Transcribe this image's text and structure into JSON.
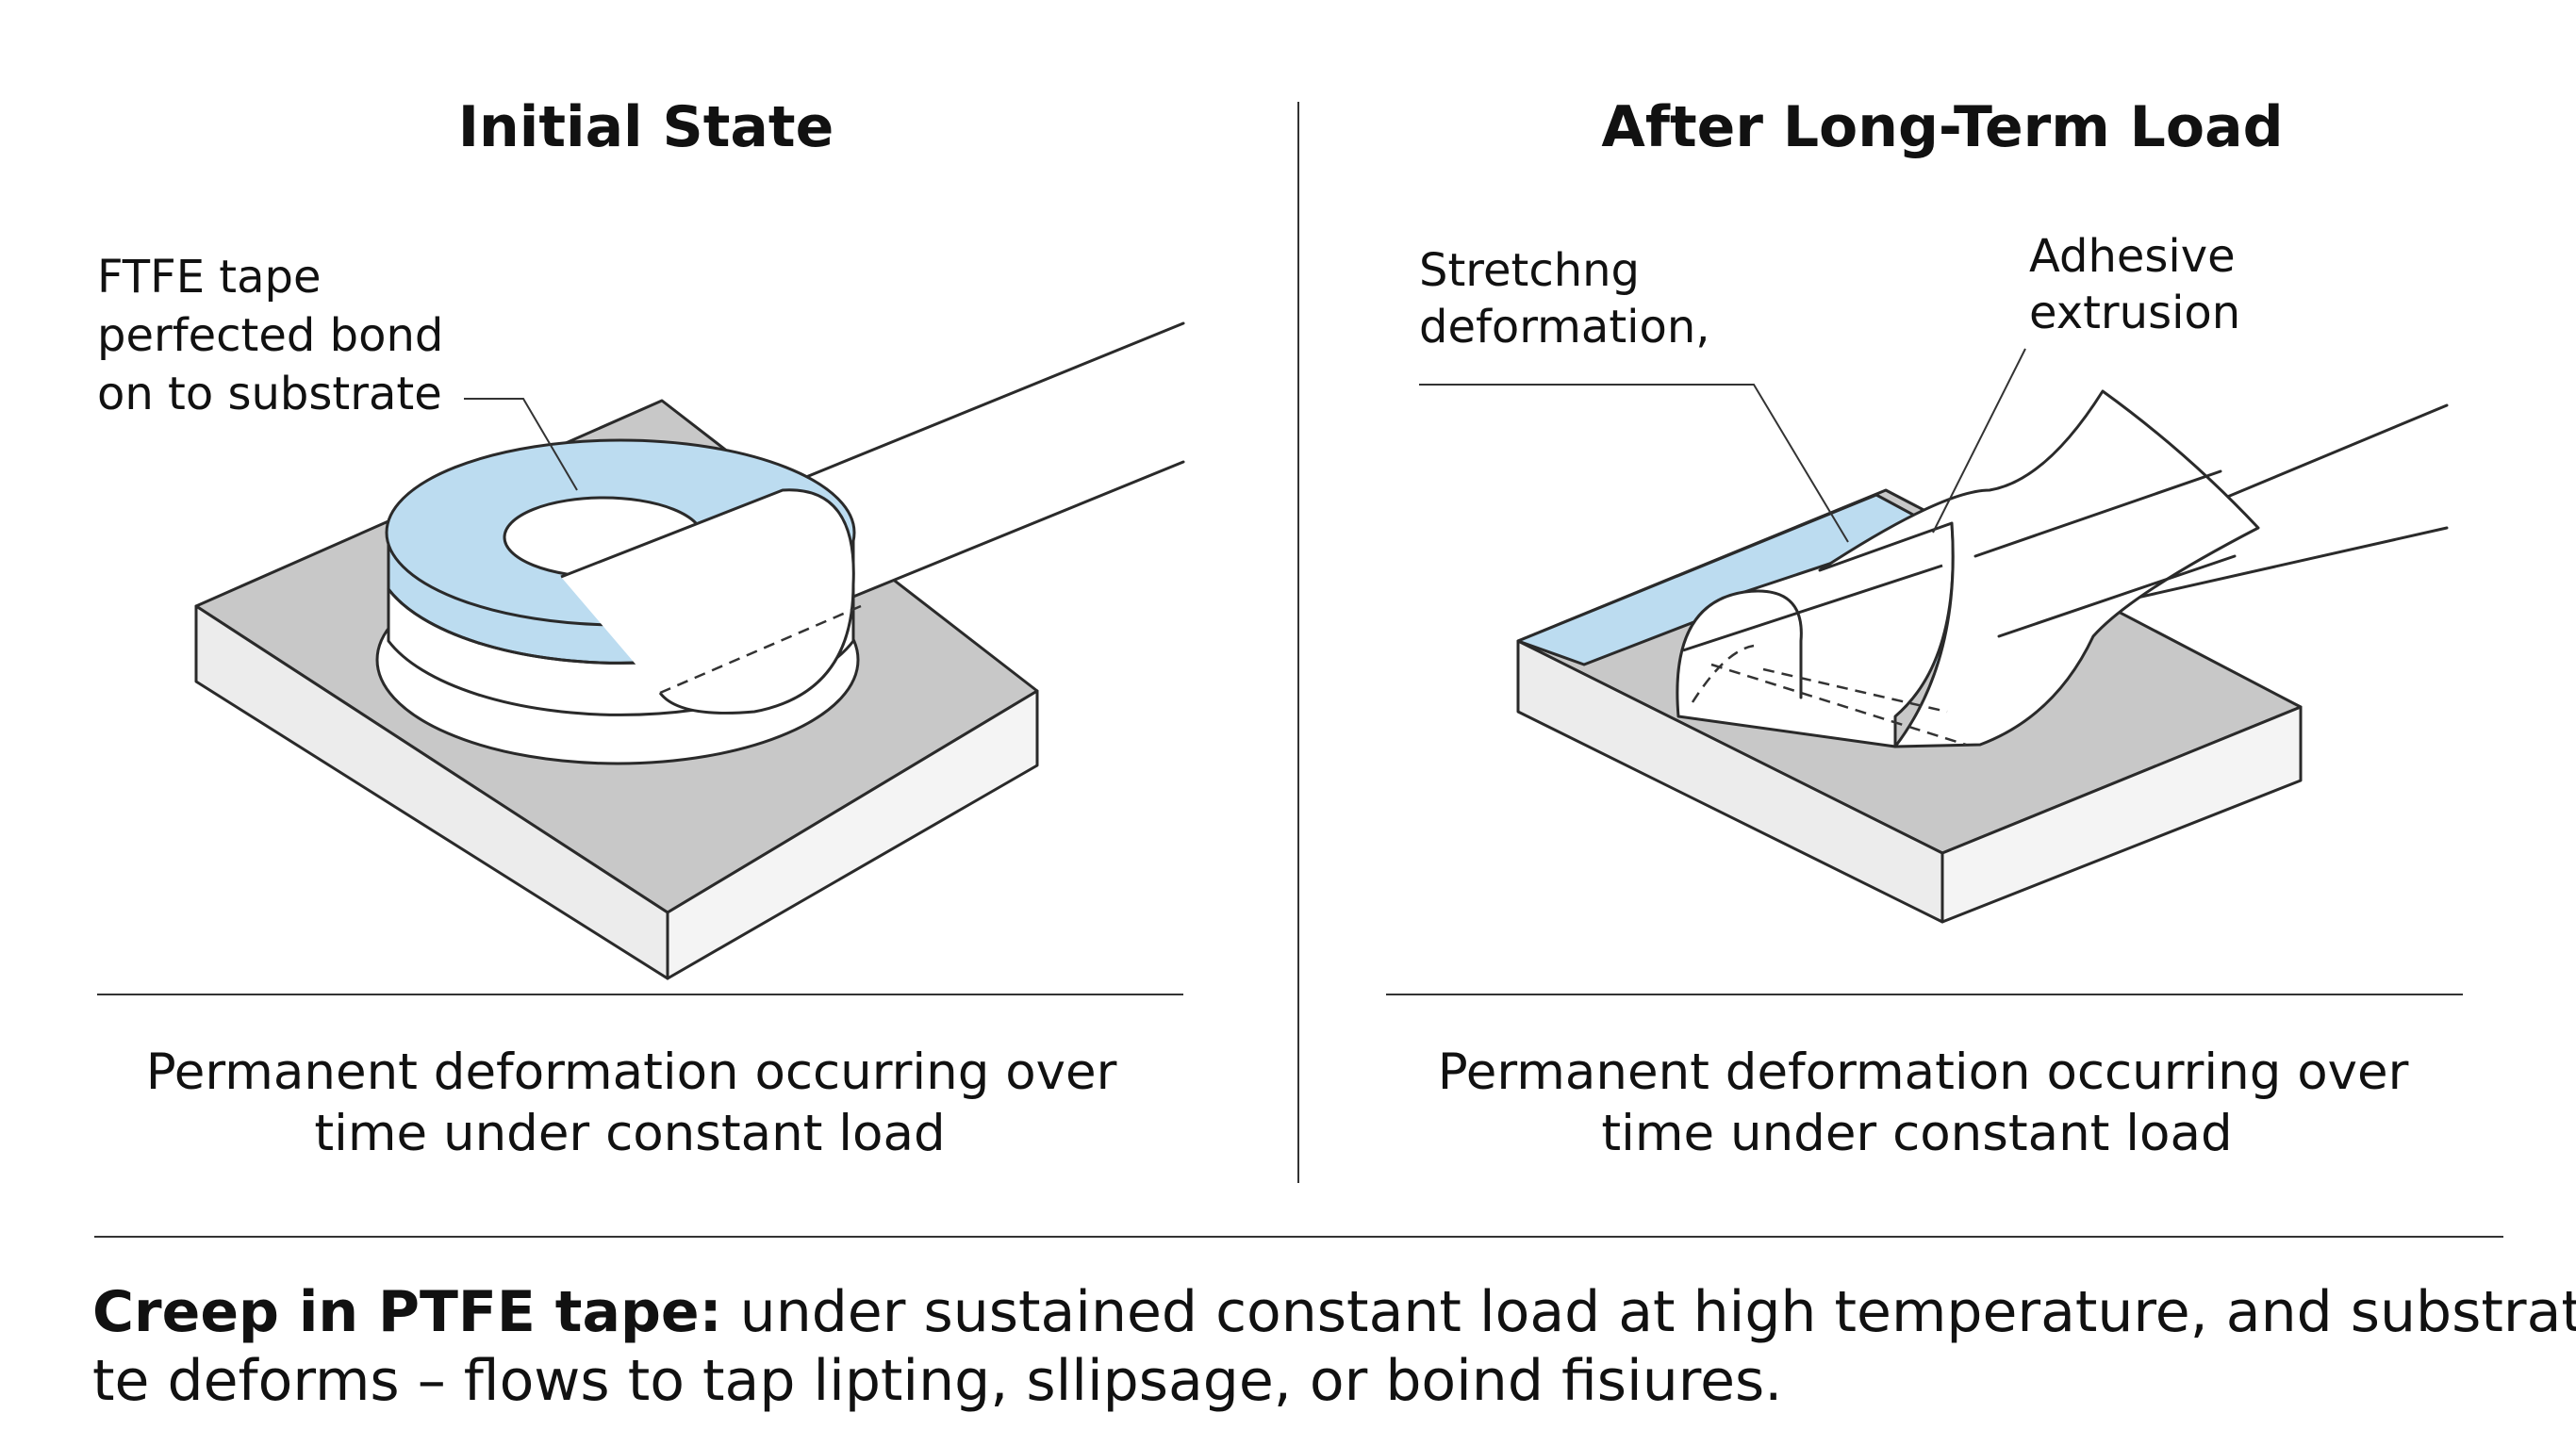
{
  "panels": {
    "left": {
      "title": "Initial State",
      "label_lines": [
        "FTFE tape",
        "perfected bond",
        "on to substrate"
      ],
      "caption_lines": [
        "Permanent deformation occurring over",
        "time under constant load"
      ]
    },
    "right": {
      "title": "After Long-Term Load",
      "label_stretch_lines": [
        "Stretchng",
        "deformation,"
      ],
      "label_adhesive_lines": [
        "Adhesive",
        "extrusion"
      ],
      "caption_lines": [
        "Permanent deformation occurring over",
        "time under constant load"
      ]
    }
  },
  "footer": {
    "bold_text": "Creep in PTFE tape:",
    "line1_text": " under sustained constant load at high temperature, and substrate",
    "line2_text": "te  deforms – flows to tap lipting, sllipsage, or boind fisiures."
  },
  "colors": {
    "tape_blue": "#bcdcf0",
    "substrate_top": "#c8c8c8",
    "substrate_side": "#ececec",
    "line": "#2a2a2a"
  }
}
